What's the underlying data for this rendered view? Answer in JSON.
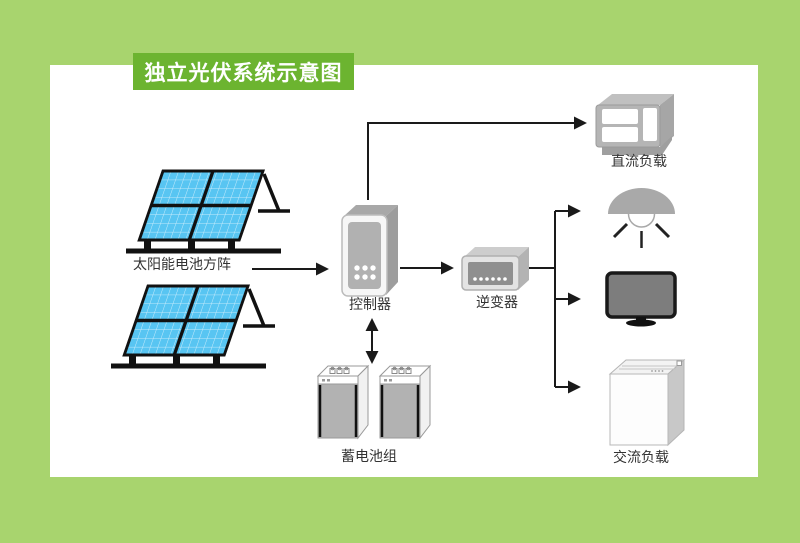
{
  "title": "独立光伏系统示意图",
  "labels": {
    "solar_array": "太阳能电池方阵",
    "controller": "控制器",
    "inverter": "逆变器",
    "dc_load": "直流负载",
    "battery_bank": "蓄电池组",
    "ac_load": "交流负载"
  },
  "devices": [
    {
      "id": "solar_array",
      "icon": "solar-panel-icon",
      "label": "太阳能电池方阵",
      "count": 2
    },
    {
      "id": "controller",
      "icon": "controller-icon",
      "label": "控制器"
    },
    {
      "id": "inverter",
      "icon": "inverter-icon",
      "label": "逆变器"
    },
    {
      "id": "dc_load",
      "icon": "dc-load-icon",
      "label": "直流负载"
    },
    {
      "id": "lamp",
      "icon": "lamp-icon",
      "label": ""
    },
    {
      "id": "tv_monitor",
      "icon": "monitor-icon",
      "label": ""
    },
    {
      "id": "washing_machine",
      "icon": "washing-machine-icon",
      "label": "交流负载"
    },
    {
      "id": "battery_bank",
      "icon": "battery-icon",
      "label": "蓄电池组",
      "count": 2
    }
  ],
  "connections": [
    {
      "from": "solar_array",
      "to": "controller",
      "type": "arrow"
    },
    {
      "from": "controller",
      "to": "dc_load",
      "type": "arrow"
    },
    {
      "from": "controller",
      "to": "inverter",
      "type": "arrow"
    },
    {
      "from": "controller",
      "to": "battery_bank",
      "type": "double-arrow"
    },
    {
      "from": "inverter",
      "to": "lamp",
      "type": "arrow"
    },
    {
      "from": "inverter",
      "to": "tv_monitor",
      "type": "arrow"
    },
    {
      "from": "inverter",
      "to": "washing_machine",
      "type": "arrow"
    }
  ],
  "colors": {
    "page_background": "#a8d46e",
    "panel_background": "#ffffff",
    "banner_green": "#6cb430",
    "banner_text": "#ffffff",
    "solar_panel_blue": "#58c5f2",
    "solar_grid_line": "#c9ecfc",
    "connector_black": "#1a1a1a",
    "device_gray": "#b3b3b3",
    "label_text": "#333333"
  }
}
